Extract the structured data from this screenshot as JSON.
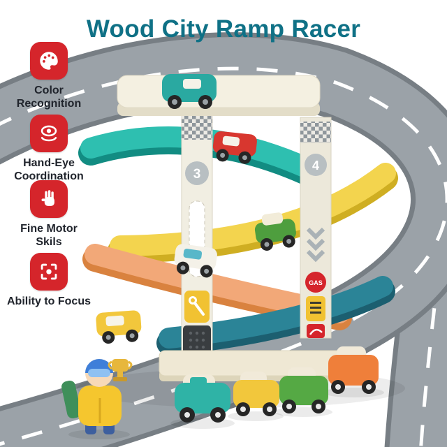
{
  "title": "Wood City Ramp Racer",
  "features": [
    {
      "label": "Color Recognition",
      "icon": "palette-icon"
    },
    {
      "label": "Hand-Eye Coordination",
      "icon": "hand-eye-icon"
    },
    {
      "label": "Fine Motor Skils",
      "icon": "pinch-hand-icon"
    },
    {
      "label": "Ability to Focus",
      "icon": "focus-target-icon"
    }
  ],
  "toy": {
    "left_column_number": "3",
    "right_column_number": "4",
    "gas_sign_label": "GAS"
  },
  "colors": {
    "title_teal": "#0f7186",
    "badge_red": "#d5252b",
    "ramp_teal": "#2ebfb0",
    "ramp_yellow": "#f3d44e",
    "ramp_orange": "#f2a878",
    "ramp_blue": "#2b8497",
    "road_gray": "#9ba2a8",
    "wood_cream": "#f4f0e1"
  }
}
